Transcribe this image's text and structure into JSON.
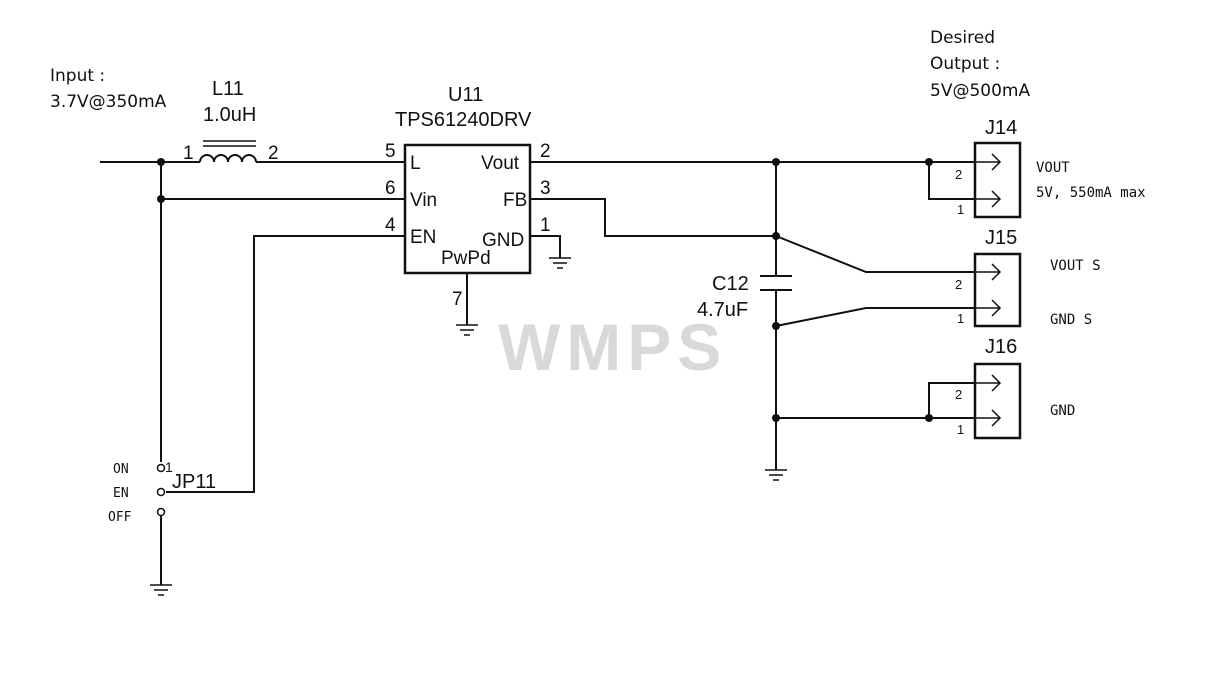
{
  "notes": {
    "input_line1": "Input :",
    "input_line2": "3.7V@350mA",
    "desired_line1": "Desired",
    "desired_line2": "Output :",
    "desired_line3": "5V@500mA"
  },
  "inductor": {
    "ref": "L11",
    "value": "1.0uH",
    "pin1": "1",
    "pin2": "2"
  },
  "ic": {
    "ref": "U11",
    "part": "TPS61240DRV",
    "pin_labels": {
      "L": "L",
      "Vin": "Vin",
      "EN": "EN",
      "Vout": "Vout",
      "FB": "FB",
      "GND": "GND",
      "PwPd": "PwPd"
    },
    "pin_numbers": {
      "L": "5",
      "Vin": "6",
      "EN": "4",
      "Vout": "2",
      "FB": "3",
      "GND": "1",
      "PwPd": "7"
    }
  },
  "capacitor": {
    "ref": "C12",
    "value": "4.7uF"
  },
  "jumper": {
    "ref": "JP11",
    "pin1": "1",
    "labels": [
      "ON",
      "EN",
      "OFF"
    ]
  },
  "connectors": [
    {
      "ref": "J14",
      "pin2": "2",
      "pin1": "1",
      "desc_line1": "VOUT",
      "desc_line2": "5V, 550mA max"
    },
    {
      "ref": "J15",
      "pin2": "2",
      "pin1": "1",
      "desc_top": "VOUT S",
      "desc_bottom": "GND S"
    },
    {
      "ref": "J16",
      "pin2": "2",
      "pin1": "1",
      "desc": "GND"
    }
  ],
  "watermark": "WMPS"
}
